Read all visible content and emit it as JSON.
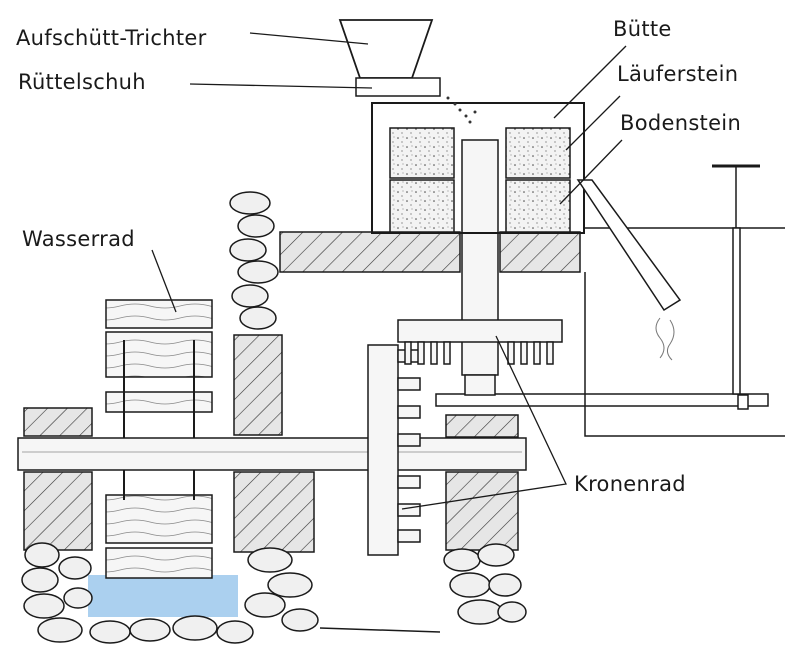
{
  "diagram": {
    "title": "Wassermühle mit Kronenrad",
    "labels": {
      "hopper": "Aufschütt-Trichter",
      "shoe": "Rüttelschuh",
      "tub": "Bütte",
      "runner_stone": "Läuferstein",
      "bed_stone": "Bodenstein",
      "water_wheel": "Wasserrad",
      "crown_wheel": "Kronenrad"
    },
    "colors": {
      "ink": "#1a1a1a",
      "hatch_fill": "#e6e6e6",
      "stone_fill": "#efefef",
      "water": "#9cc8ec",
      "wood": "#f4f4f4"
    }
  }
}
